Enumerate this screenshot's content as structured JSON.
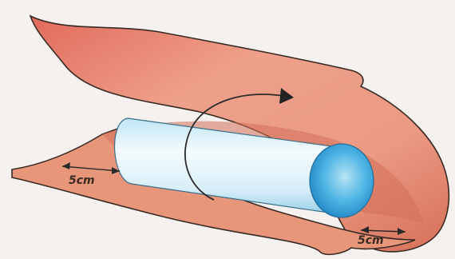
{
  "diagram": {
    "dimension_labels": {
      "left": "5cm",
      "right": "5cm"
    },
    "colors": {
      "paper": "#f4f1ee",
      "sheet_fill": "#e8967a",
      "sheet_shadow": "#d4705a",
      "sheet_outline": "#3a2a24",
      "cylinder_body": "#dff3fb",
      "cylinder_end": "#49b3e3",
      "arrow": "#2a2a2a"
    },
    "objects": [
      "rolled-sheet",
      "cylinder",
      "rotation-arrow",
      "dimension-arrows"
    ]
  }
}
